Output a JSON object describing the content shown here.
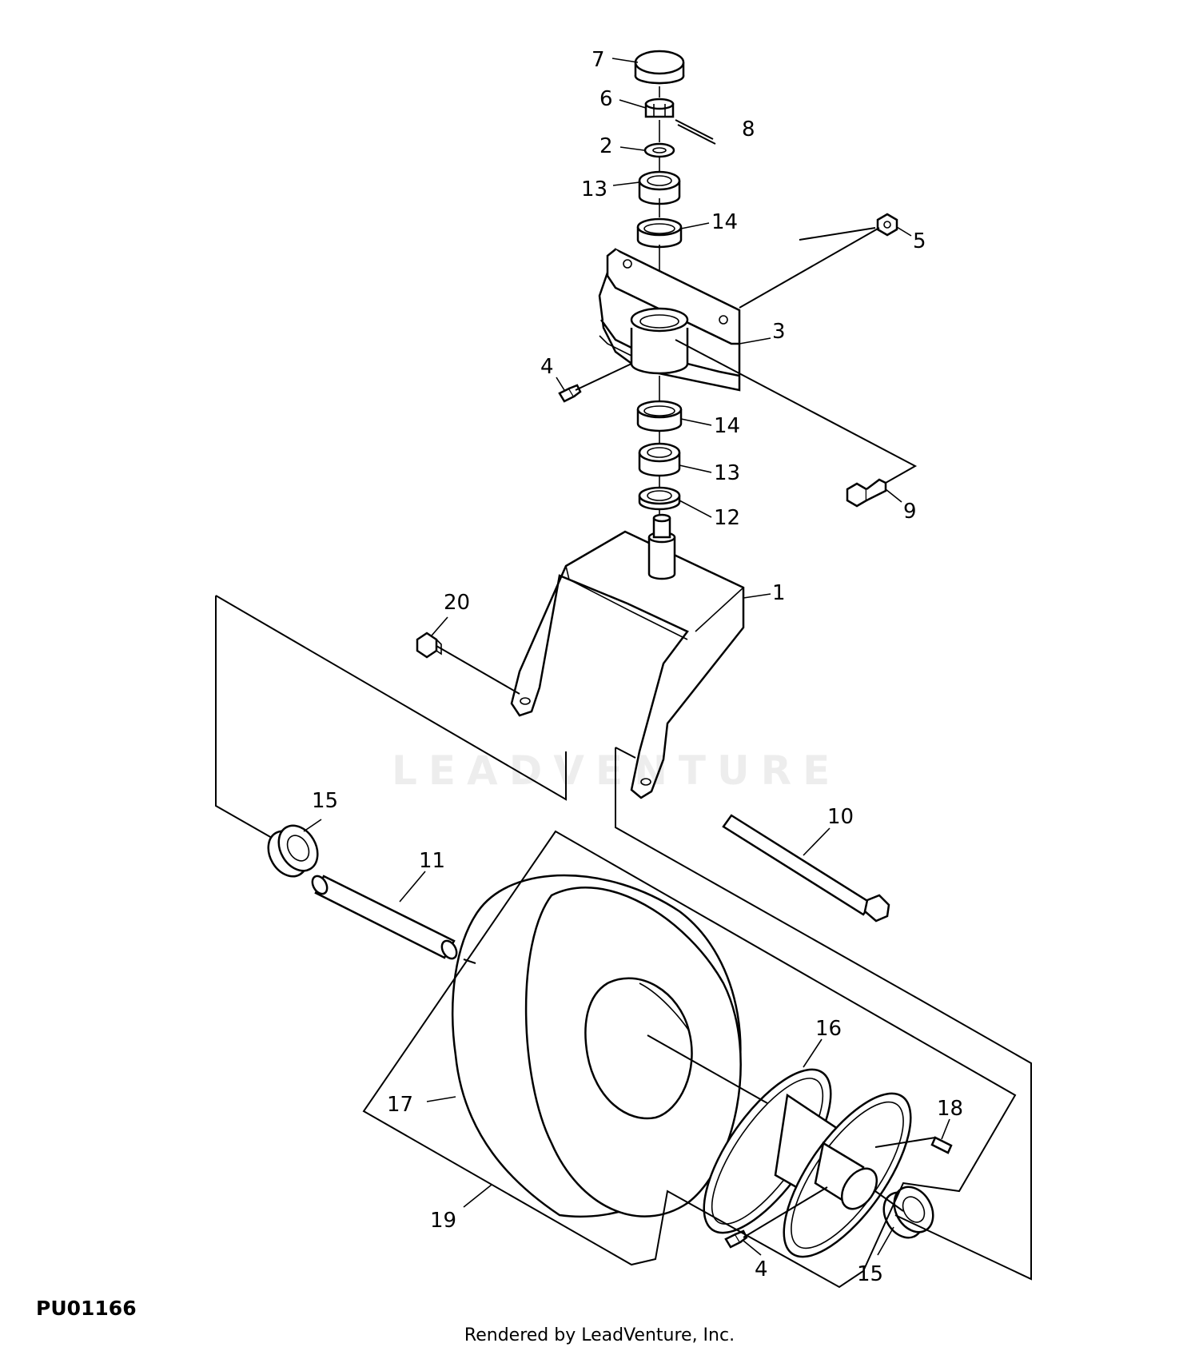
{
  "diagram": {
    "id": "PU01166",
    "credit": "Rendered by LeadVenture, Inc.",
    "watermark": "LEADVENTURE",
    "callouts": {
      "c1": "1",
      "c2": "2",
      "c3": "3",
      "c4a": "4",
      "c4b": "4",
      "c5": "5",
      "c6": "6",
      "c7": "7",
      "c8": "8",
      "c9": "9",
      "c10": "10",
      "c11": "11",
      "c12": "12",
      "c13a": "13",
      "c13b": "13",
      "c14a": "14",
      "c14b": "14",
      "c15a": "15",
      "c15b": "15",
      "c16": "16",
      "c17": "17",
      "c18": "18",
      "c19": "19",
      "c20": "20"
    }
  }
}
